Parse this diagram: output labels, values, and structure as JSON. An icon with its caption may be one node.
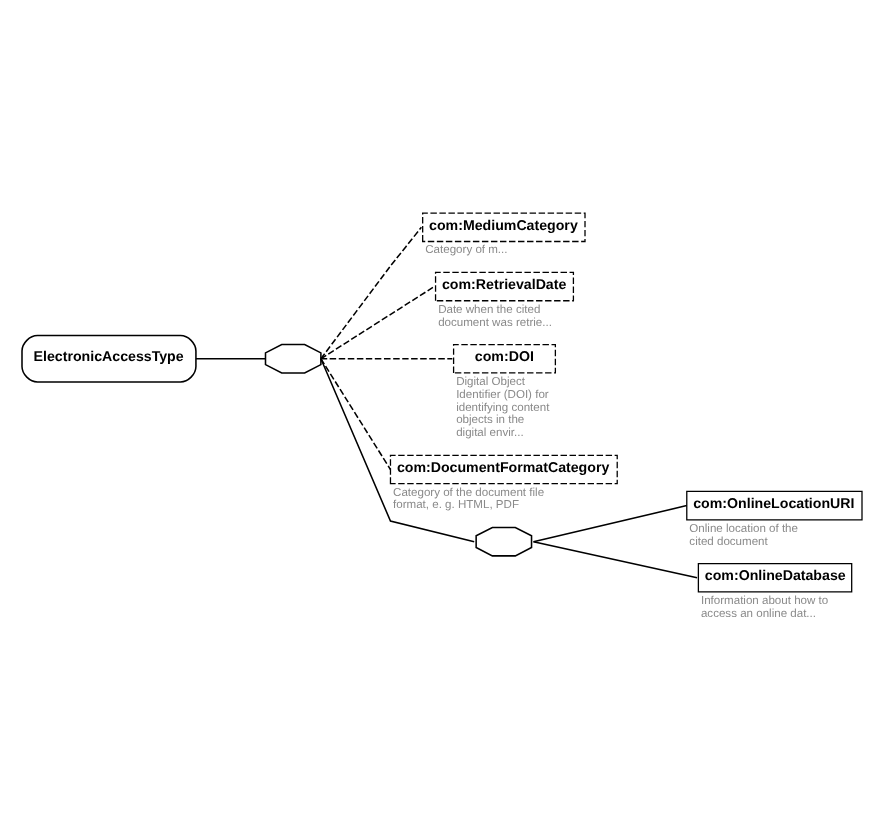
{
  "diagram": {
    "nodes": [
      {
        "text": [
          "ElectronicAccessType"
        ]
      },
      {
        "text": [],
        "shape": "octagon"
      },
      {
        "text": [
          "com:MediumCategory"
        ],
        "beside": [
          "Category of m..."
        ]
      },
      {
        "text": [
          "com:RetrievalDate"
        ],
        "beside": [
          "Date when the cited document was retrie..."
        ]
      },
      {
        "text": [
          "com:DOI"
        ],
        "beside": [
          "Digital Object Identifier (DOI) for identifying content objects in the digital envir..."
        ]
      },
      {
        "text": [
          "com:DocumentFormatCategory"
        ],
        "beside": [
          "Category of the document file format, e. g. HTML, PDF"
        ]
      },
      {
        "text": [],
        "shape": "octagon"
      },
      {
        "text": [
          "com:OnlineLocationURI"
        ],
        "beside": [
          "Online location of the cited document"
        ]
      },
      {
        "text": [
          "com:OnlineDatabase"
        ],
        "beside": [
          "Information about how to access an online dat..."
        ]
      }
    ],
    "edges": [
      {
        "from": 0,
        "to": 1,
        "arrow": "none"
      },
      {
        "from": 1,
        "to": 2,
        "arrow": "none",
        "style": "dashed"
      },
      {
        "from": 1,
        "to": 3,
        "arrow": "none",
        "style": "dashed"
      },
      {
        "from": 1,
        "to": 4,
        "arrow": "none",
        "style": "dashed"
      },
      {
        "from": 1,
        "to": 5,
        "arrow": "none",
        "style": "dashed"
      },
      {
        "from": 1,
        "to": 6,
        "arrow": "none"
      },
      {
        "from": 6,
        "to": 7,
        "arrow": "none"
      },
      {
        "from": 6,
        "to": 8,
        "arrow": "none"
      }
    ]
  }
}
